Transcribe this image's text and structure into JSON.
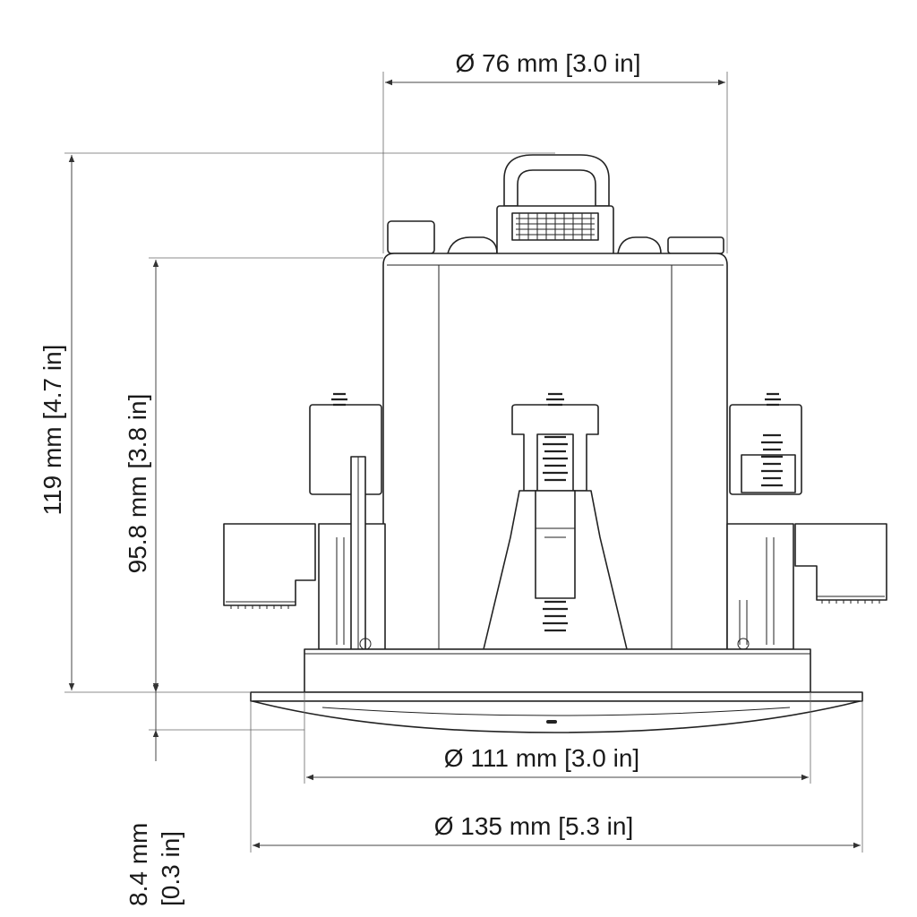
{
  "dimensions": {
    "top_width": "Ø 76 mm [3.0 in]",
    "overall_height": "119 mm [4.7 in]",
    "body_height": "95.8 mm [3.8 in]",
    "inner_diameter": "Ø 111 mm [3.0 in]",
    "outer_diameter": "Ø 135 mm [5.3 in]",
    "trim_height_mm": "8.4 mm",
    "trim_height_in": "[0.3 in]"
  },
  "colors": {
    "line": "#222222",
    "background": "#ffffff"
  }
}
